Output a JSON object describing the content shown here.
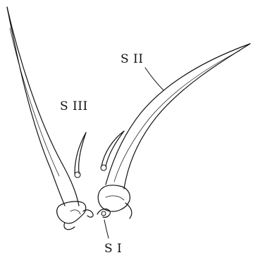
{
  "labels": {
    "s_ii": "S II",
    "s_iii": "S III",
    "s_i": "S I"
  },
  "colors": {
    "ink": "#111111",
    "background": "#ffffff"
  }
}
